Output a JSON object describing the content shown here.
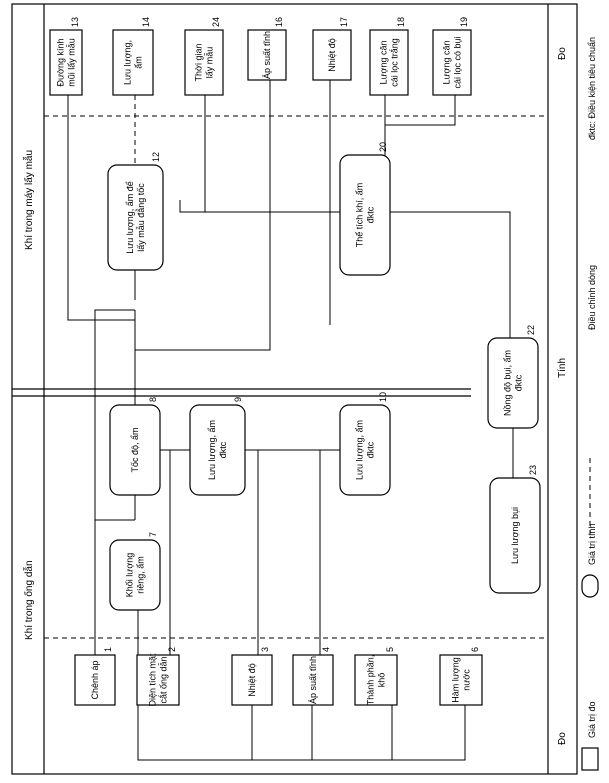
{
  "regions": {
    "duct": "Khí trong ống dẫn",
    "sampler": "Khí trong máy lấy mẫu",
    "measured_top": "Đo",
    "measured_bottom": "Đo",
    "calculated": "Tính"
  },
  "boxes": [
    {
      "n": "1",
      "lines": [
        "Chênh áp"
      ]
    },
    {
      "n": "2",
      "lines": [
        "Diện tích mặt",
        "cắt ống dẫn"
      ]
    },
    {
      "n": "3",
      "lines": [
        "Nhiệt độ"
      ]
    },
    {
      "n": "4",
      "lines": [
        "Áp suất tĩnh"
      ]
    },
    {
      "n": "5",
      "lines": [
        "Thành phần,",
        "khô"
      ]
    },
    {
      "n": "6",
      "lines": [
        "Hàm lượng",
        "nước"
      ]
    },
    {
      "n": "7",
      "lines": [
        "Khối lượng",
        "riêng, ẩm"
      ]
    },
    {
      "n": "8",
      "lines": [
        "Tốc độ, ẩm"
      ]
    },
    {
      "n": "9",
      "lines": [
        "Lưu lượng, ẩm",
        "đktc"
      ]
    },
    {
      "n": "10",
      "lines": [
        "Lưu lượng, ẩm",
        "đktc"
      ]
    },
    {
      "n": "23",
      "lines": [
        "Lưu lượng bụi"
      ]
    },
    {
      "n": "22",
      "lines": [
        "Nồng độ bụi, ẩm",
        "đktc"
      ]
    },
    {
      "n": "20",
      "lines": [
        "Thể tích khí, ẩm",
        "đktc"
      ]
    },
    {
      "n": "12",
      "lines": [
        "Lưu lượng, ẩm để",
        "lấy mẫu đẳng tốc"
      ]
    },
    {
      "n": "13",
      "lines": [
        "Đường kính",
        "mũi lấy mẫu"
      ]
    },
    {
      "n": "14",
      "lines": [
        "Lưu lượng,",
        "ẩm"
      ]
    },
    {
      "n": "24",
      "lines": [
        "Thời gian",
        "lấy mẫu"
      ]
    },
    {
      "n": "16",
      "lines": [
        "Áp suất tĩnh"
      ]
    },
    {
      "n": "17",
      "lines": [
        "Nhiệt độ"
      ]
    },
    {
      "n": "18",
      "lines": [
        "Lượng cân",
        "cái lọc trắng"
      ]
    },
    {
      "n": "19",
      "lines": [
        "Lượng cân",
        "cái lọc có bụi"
      ]
    }
  ],
  "legend": {
    "measured_value": "Giá trị đo",
    "calculated_value": "Giá trị tính",
    "adjustment": "Điều chỉnh dòng",
    "stp_abbrev": "đktc: Điều kiện tiêu chuẩn"
  }
}
